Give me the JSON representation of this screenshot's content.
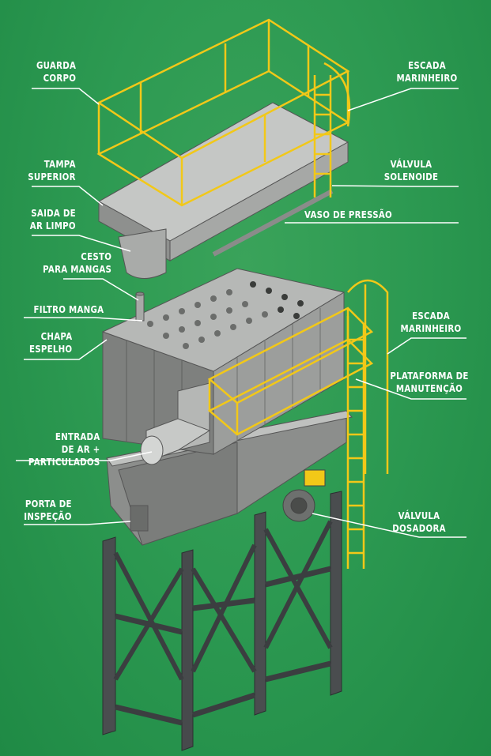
{
  "labels": {
    "guarda_corpo": [
      "GUARDA",
      "CORPO"
    ],
    "escada_marinheiro_top": [
      "ESCADA",
      "MARINHEIRO"
    ],
    "tampa_superior": [
      "TAMPA",
      "SUPERIOR"
    ],
    "valvula_solenoide": [
      "VÁLVULA",
      "SOLENOIDE"
    ],
    "saida_de_ar_limpo": [
      "SAIDA DE",
      "AR LIMPO"
    ],
    "vaso_de_pressao": [
      "VASO DE PRESSÃO"
    ],
    "cesto_para_mangas": [
      "CESTO",
      "PARA MANGAS"
    ],
    "filtro_manga": [
      "FILTRO MANGA"
    ],
    "chapa_espelho": [
      "CHAPA",
      "ESPELHO"
    ],
    "escada_marinheiro_mid": [
      "ESCADA",
      "MARINHEIRO"
    ],
    "plataforma_de_manutencao": [
      "PLATAFORMA DE",
      "MANUTENÇÃO"
    ],
    "entrada_de_ar": [
      "ENTRADA",
      "DE AR +",
      "PARTICULADOS"
    ],
    "porta_de_inspecao": [
      "PORTA DE",
      "INSPEÇÃO"
    ],
    "valvula_dosadora": [
      "VÁLVULA",
      "DOSADORA"
    ]
  },
  "colors": {
    "background": "#2d9a52",
    "railing": "#f2c818",
    "steel": "#9a9c9a",
    "frame": "#3f4244",
    "leader": "#ffffff"
  }
}
